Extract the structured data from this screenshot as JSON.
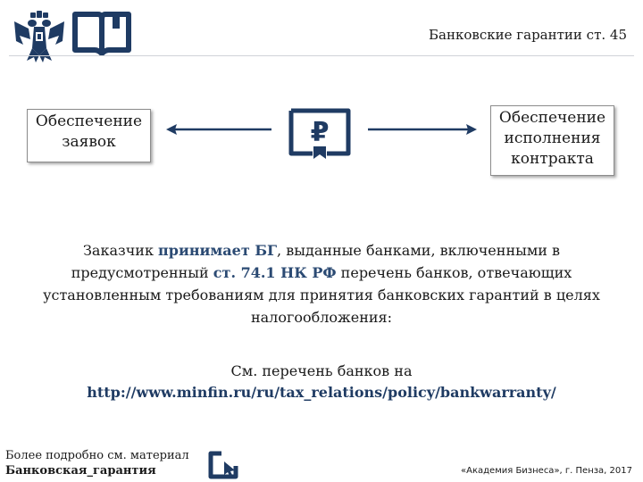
{
  "header": {
    "title": "Банковские гарантии ст. 45"
  },
  "diagram": {
    "left_box": [
      "Обеспечение",
      "заявок"
    ],
    "right_box": [
      "Обеспечение",
      "исполнения",
      "контракта"
    ],
    "center_icon": "ruble-document-icon",
    "currency_symbol": "₽"
  },
  "body": {
    "p1_a": "Заказчик ",
    "p1_b": "принимает БГ",
    "p1_c": ", выданные банками, включенными в предусмотренный ",
    "p1_d": "ст. 74.1 НК РФ",
    "p1_e": " перечень банков, отвечающих установленным требованиям для принятия банковских гарантий в целях налогообложения:",
    "see_also": "См. перечень банков на",
    "url": "http://www.minfin.ru/ru/tax_relations/policy/bankwarranty/"
  },
  "footer": {
    "note": "Более подробно см. материал",
    "link": "Банковская_гарантия",
    "credit": "«Академия Бизнеса», г. Пенза, 2017"
  },
  "colors": {
    "accent": "#1f3b63",
    "highlight": "#2b4a73",
    "icon": "#1f3b63"
  }
}
